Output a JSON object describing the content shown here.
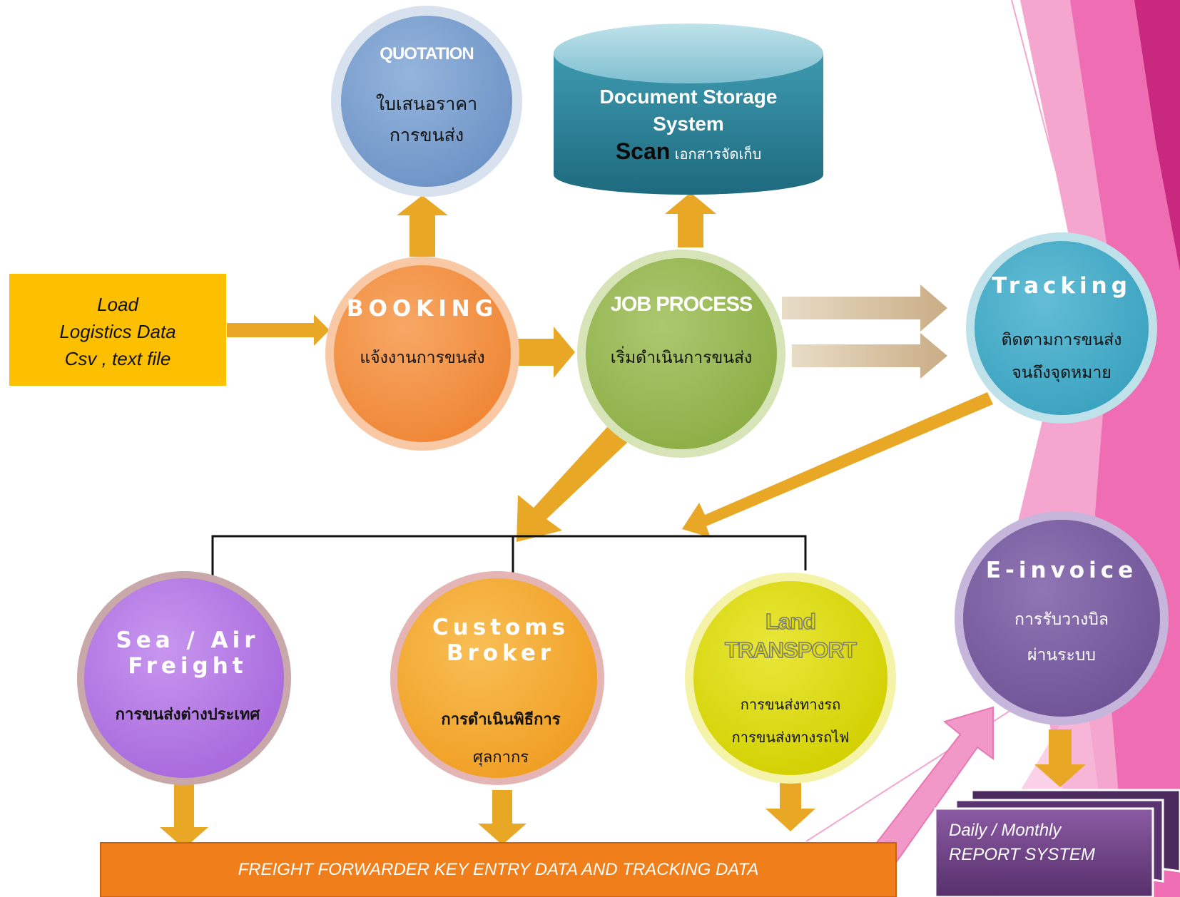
{
  "load_box": {
    "line1": "Load",
    "line2": "Logistics Data",
    "line3": "Csv , text file"
  },
  "quotation": {
    "title": "QUOTATION",
    "line1": "ใบเสนอราคา",
    "line2": "การขนส่ง"
  },
  "storage": {
    "line1": "Document Storage",
    "line2": "System",
    "scan": "Scan",
    "scan_th": "เอกสารจัดเก็บ"
  },
  "booking": {
    "title": "BOOKING",
    "subtitle": "แจ้งงานการขนส่ง"
  },
  "job": {
    "title": "JOB PROCESS",
    "subtitle": "เริ่มดำเนินการขนส่ง"
  },
  "tracking": {
    "title": "Tracking",
    "line1": "ติดตามการขนส่ง",
    "line2": "จนถึงจุดหมาย"
  },
  "sea_air": {
    "title1": "Sea / Air",
    "title2": "Freight",
    "subtitle": "การขนส่งต่างประเทศ"
  },
  "customs": {
    "title1": "Customs",
    "title2": "Broker",
    "line1": "การดำเนินพิธีการ",
    "line2": "ศุลกากร"
  },
  "land": {
    "title1": "Land",
    "title2": "TRANSPORT",
    "line1": "การขนส่งทางรถ",
    "line2": "การขนส่งทางรถไฟ"
  },
  "einvoice": {
    "title": "E-invoice",
    "line1": "การรับวางบิล",
    "line2": "ผ่านระบบ"
  },
  "key_entry": {
    "label": "FREIGHT FORWARDER KEY ENTRY DATA AND TRACKING DATA"
  },
  "report": {
    "line1": "Daily / Monthly",
    "line2": "REPORT SYSTEM"
  },
  "colors": {
    "arrow": "#e8a825",
    "booking": "#f39448",
    "quotation": "#7fa3d0",
    "storage": "#2f8a9e",
    "job": "#9bba56",
    "tracking": "#4aaec9",
    "sea_air": "#b57ae3",
    "customs": "#f4ab35",
    "land": "#dedc0f",
    "einvoice": "#7d62a3",
    "key_entry": "#f07e1a",
    "load": "#fdc000",
    "pink_arrow": "#f198c8",
    "report": "#6a3c80",
    "accent_pink": "#ef6db2"
  }
}
